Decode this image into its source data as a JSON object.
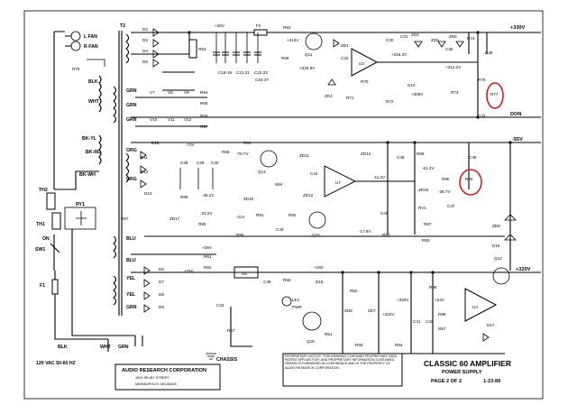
{
  "title_block": {
    "company": "AUDIO RESEARCH CORPORATION",
    "address_line1": "1901 SELBY STREET",
    "address_line2": "MINNEAPOLIS, MN 55429",
    "amplifier_title": "CLASSIC 60 AMPLIFIER",
    "subtitle": "POWER SUPPLY",
    "page": "PAGE 2 OF 2",
    "date": "1-23-89",
    "notice": "PROPRIETARY NOTICE: THIS DRAWING CONTAINS PROPRIETARY DATA. PATENT APPLIES FOR, AND PROPRIETARY INFORMATION CONTAINED HEREIN IS FURNISHED IN CONFIDENCE AND IS THE PROPERTY OF AUDIO RESEARCH CORPORATION."
  },
  "rails": {
    "plus330": "+330V",
    "don": "DON",
    "minus55": "-55V",
    "plus320": "+320V",
    "plus18": "+18V",
    "plus40": "+40V",
    "chassis": "CHASSIS"
  },
  "transformer": {
    "t2": "T2",
    "l_fan": "L FAN",
    "r_fan": "R FAN",
    "blk": "BLK",
    "wht": "WHT",
    "grn": "GRN",
    "bk_yl": "BK-YL",
    "bk_rd": "BK-RD",
    "bk_wh": "BK-WH",
    "org": "ORG",
    "blu": "BLU",
    "yel": "YEL",
    "grn_yl": "GRN",
    "ac_in": "120 VAC 50-60 HZ",
    "blk_line": "BLK",
    "wht_line": "WHT",
    "grn_line": "GRN"
  },
  "left_parts": {
    "th2": "TH2",
    "th1": "TH1",
    "ry1": "RY1",
    "sw1": "SW1",
    "on": "ON",
    "f1": "F1",
    "r76": "R76"
  },
  "parts": {
    "d2": "D2",
    "d3": "D3",
    "d4": "D4",
    "d5": "D5",
    "r53": "R53",
    "f2": "F2",
    "r63": "R63",
    "q11": "Q11",
    "zd1": "ZD1",
    "c21_21": "C21,21",
    "c22_23": "C22,23",
    "c15_19": "C15-19",
    "c24_27": "C24-27",
    "r69": "R69",
    "c32": "C32",
    "u3": "U3",
    "c30": "C30",
    "c31": "C31",
    "zd3": "ZD3",
    "zd5": "ZD5",
    "zd6": "ZD6",
    "c35": "C35",
    "r74": "R74",
    "c36": "C36",
    "r70": "R70",
    "r71": "R71",
    "r72": "R72",
    "zd4": "ZD4",
    "d14": "D14",
    "r73": "R73",
    "r75": "R75",
    "r77": "R77",
    "c33": "C33",
    "v7": "V7",
    "v8": "V8",
    "v9": "V9",
    "r64": "R64",
    "r65": "R65",
    "v10": "V10",
    "v11": "V11",
    "v12": "V12",
    "r66": "R66",
    "r67": "R67",
    "d10": "D10",
    "d11": "D11",
    "d12": "D12",
    "d13": "D13",
    "c28": "C28",
    "c29": "C29",
    "c30b": "C30",
    "r68": "R68",
    "r81": "R81",
    "c44": "C44",
    "zd11": "ZD11",
    "q14": "Q14",
    "zd13": "ZD13",
    "c46": "C46",
    "zd12": "ZD12",
    "u7": "U7",
    "c49": "C49",
    "r86": "R86",
    "r80": "R80",
    "zd15": "ZD15",
    "c47": "C47",
    "rv1": "RV1",
    "c45": "C45",
    "r87": "R87",
    "r93": "R93",
    "r83": "R83",
    "r89": "R89",
    "zd17": "ZD17",
    "r85": "R85",
    "zd10": "ZD10",
    "r91": "R91",
    "r92": "R92",
    "q15": "Q15",
    "c43": "C43",
    "r90": "R90",
    "zd9": "ZD9",
    "d16": "D16",
    "r57": "R57",
    "r61": "R61",
    "r62": "R62",
    "c34": "C34",
    "u6": "U6",
    "c39": "C39",
    "d6": "D6",
    "d7": "D7",
    "d8": "D8",
    "d9": "D9",
    "c38": "C38",
    "r55": "R55",
    "led1": "LE1",
    "pwr": "PWR",
    "d15": "D15",
    "q16": "Q16",
    "r51": "R51",
    "r52": "R52",
    "zd7": "ZD7",
    "zd8": "ZD8",
    "r83b": "R83",
    "r84": "R84",
    "r94": "R94",
    "c41": "C41",
    "c42": "C42",
    "u4": "U4",
    "d17": "D17",
    "q12": "Q12",
    "r95": "R95",
    "r96": "R96",
    "r97": "R97",
    "r98": "R98"
  },
  "voltages": {
    "v_plus40": "+40V",
    "v_plus413": "+413V",
    "v_plus333": "+333.8V",
    "v_plus316": "+316.2V",
    "v_plus312": "+312.2V",
    "v_plus306": "+306V",
    "v_minus72": "-72V",
    "v_minus707": "-70.7V",
    "v_minus59": "-59V",
    "v_minus612": "-61.2V",
    "v_minus112": "-11.2V",
    "v_minus367": "-36.7V",
    "v_minus352": "-35.2V",
    "v_minus332": "-33.2V",
    "v_minus21": "-21V",
    "v_minus178": "-17.8V",
    "v_plus26": "+26V",
    "v_plus18": "+18V",
    "v_plus320b": "+320V",
    "v_plus310": "+310V",
    "v_plus24": "+24V"
  },
  "highlight_color": "#d41c1c"
}
